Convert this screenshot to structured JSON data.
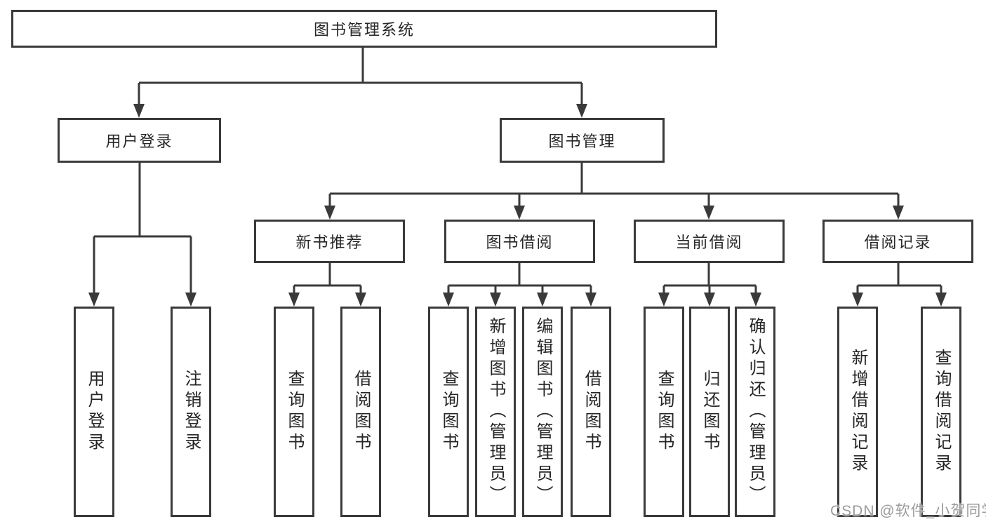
{
  "colors": {
    "line": "#3a3a3a",
    "box_border": "#3a3a3a",
    "text": "#262626",
    "watermark": "#9b9b9b",
    "background": "#ffffff"
  },
  "watermark": "CSDN @软件_小贺同学",
  "nodes": {
    "root": {
      "label": "图书管理系统"
    },
    "level2": [
      {
        "label": "用户登录"
      },
      {
        "label": "图书管理"
      }
    ],
    "level3": [
      {
        "label": "新书推荐",
        "parent": "图书管理"
      },
      {
        "label": "图书借阅",
        "parent": "图书管理"
      },
      {
        "label": "当前借阅",
        "parent": "图书管理"
      },
      {
        "label": "借阅记录",
        "parent": "图书管理"
      }
    ],
    "leaves": [
      {
        "label": "用户登录",
        "parent": "用户登录"
      },
      {
        "label": "注销登录",
        "parent": "用户登录"
      },
      {
        "label": "查询图书",
        "parent": "新书推荐"
      },
      {
        "label": "借阅图书",
        "parent": "新书推荐"
      },
      {
        "label": "查询图书",
        "parent": "图书借阅"
      },
      {
        "label": "新增图书（管理员）",
        "parent": "图书借阅"
      },
      {
        "label": "编辑图书（管理员）",
        "parent": "图书借阅"
      },
      {
        "label": "借阅图书",
        "parent": "图书借阅"
      },
      {
        "label": "查询图书",
        "parent": "当前借阅"
      },
      {
        "label": "归还图书",
        "parent": "当前借阅"
      },
      {
        "label": "确认归还（管理员）",
        "parent": "当前借阅"
      },
      {
        "label": "新增借阅记录",
        "parent": "借阅记录"
      },
      {
        "label": "查询借阅记录",
        "parent": "借阅记录"
      }
    ]
  }
}
